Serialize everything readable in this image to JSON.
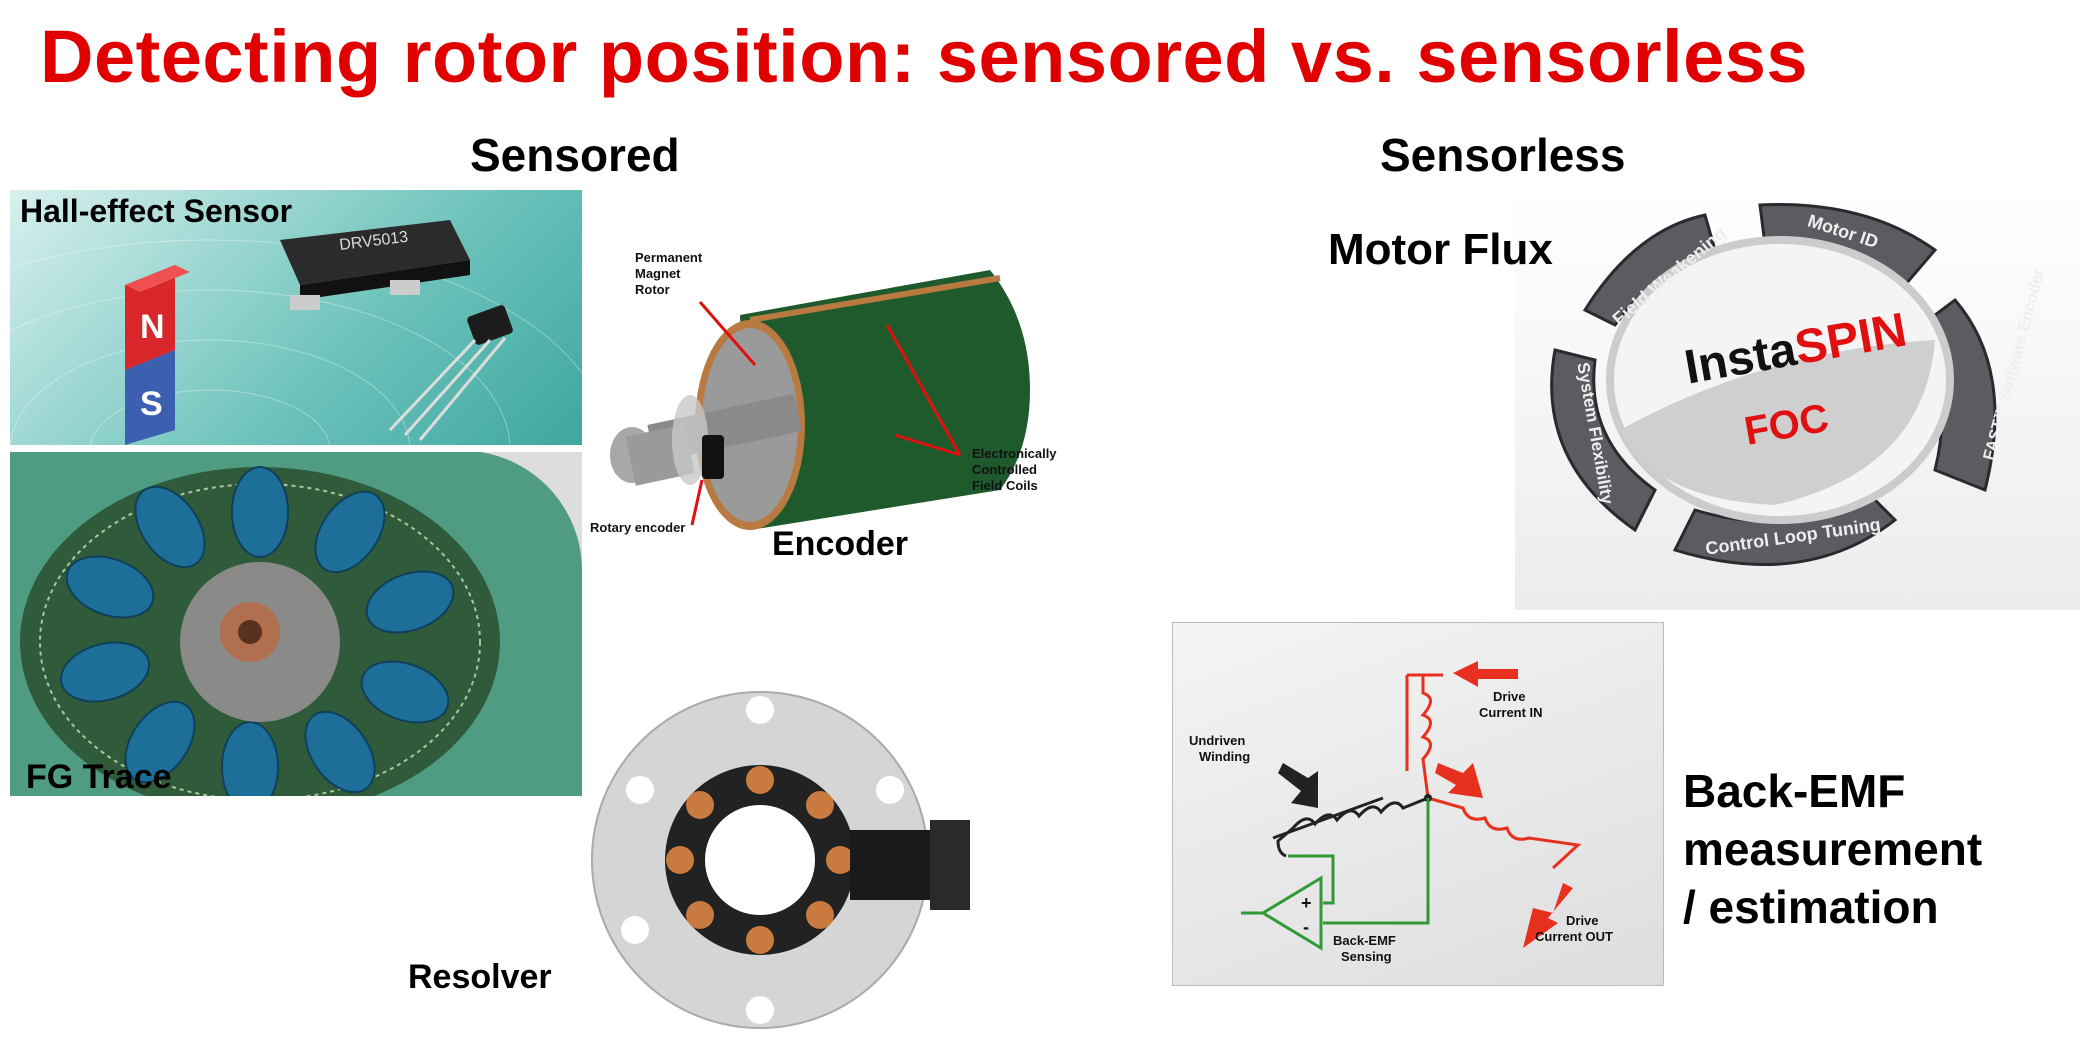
{
  "title": "Detecting rotor position: sensored vs. sensorless",
  "sensored": {
    "heading": "Sensored",
    "hall": {
      "label": "Hall-effect Sensor",
      "chip_text": "DRV5013",
      "magnet_n": "N",
      "magnet_s": "S"
    },
    "fg": {
      "label": "FG Trace"
    },
    "encoder": {
      "label": "Encoder",
      "callouts": {
        "rotor": [
          "Permanent",
          "Magnet",
          "Rotor"
        ],
        "coils": [
          "Electronically",
          "Controlled",
          "Field Coils"
        ],
        "rotary": "Rotary encoder"
      }
    },
    "resolver": {
      "label": "Resolver"
    }
  },
  "sensorless": {
    "heading": "Sensorless",
    "flux": {
      "label": "Motor Flux",
      "center_black": "Insta",
      "center_red": "SPIN",
      "center_sub": "FOC",
      "segments": [
        "Field Weakening",
        "Motor ID",
        "FAST™ Software Encoder",
        "Control Loop Tuning",
        "System Flexibility"
      ]
    },
    "backemf": {
      "label_lines": [
        "Back-EMF",
        "measurement",
        "/ estimation"
      ],
      "diagram": {
        "drive_in": [
          "Drive",
          "Current IN"
        ],
        "drive_out": [
          "Drive",
          "Current OUT"
        ],
        "undriven": [
          "Undriven",
          "Winding"
        ],
        "sensing": [
          "Back-EMF",
          "Sensing"
        ],
        "plus": "+",
        "minus": "-"
      }
    }
  },
  "colors": {
    "title": "#e00000",
    "coil_green": "#1f5a2c",
    "coil_blue": "#1d6f9a",
    "diagram_red": "#e8301e",
    "diagram_green": "#2f9a36"
  }
}
